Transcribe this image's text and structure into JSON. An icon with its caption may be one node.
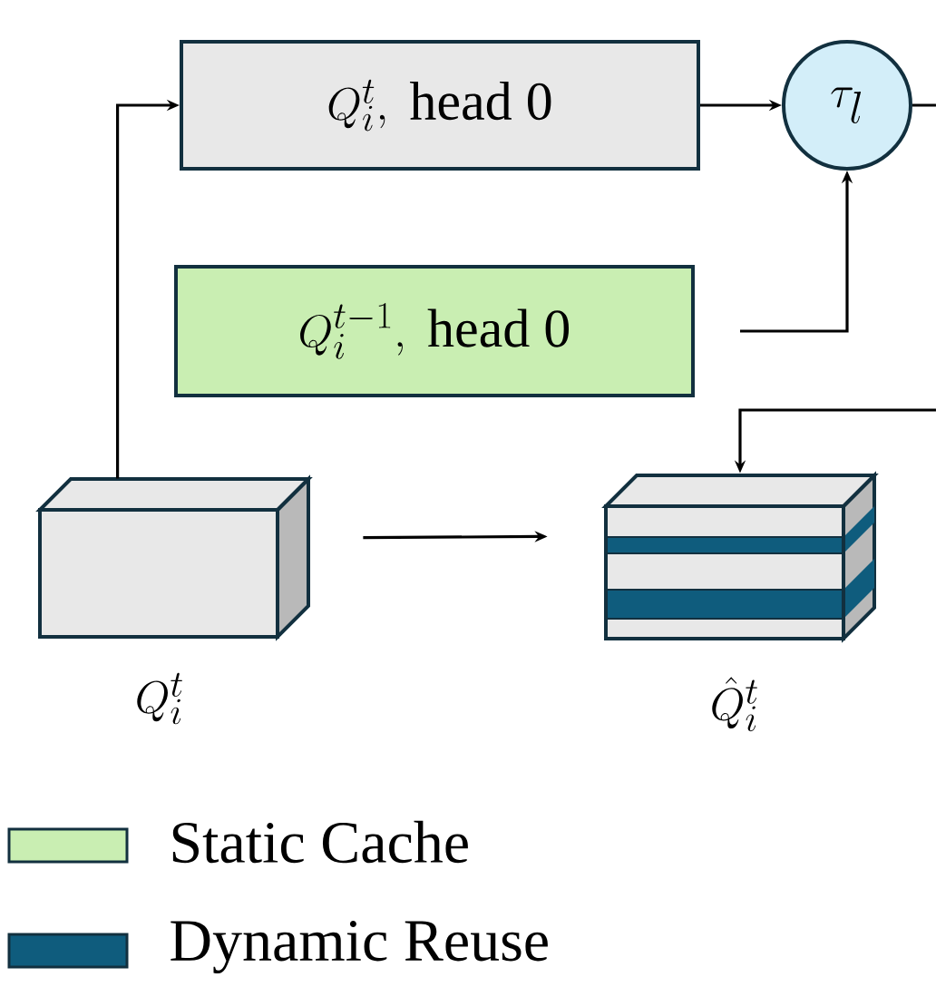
{
  "diagram": {
    "nodes": [
      {
        "text": [
          "Q_i^t,\\ \\mathrm{head\\ 0}"
        ]
      },
      {
        "text": [
          "\\tau_l"
        ]
      },
      {
        "text": [
          "Q_i^{t-1},\\ \\mathrm{head\\ 0}"
        ]
      },
      {
        "text": [
          "Q_i^t"
        ]
      },
      {
        "text": [
          "\\hat{Q}_i^t"
        ]
      }
    ],
    "edges": [
      {
        "from": 3,
        "to": 0,
        "arrow": "to"
      },
      {
        "from": 0,
        "to": 1,
        "arrow": "to"
      },
      {
        "from": 2,
        "to": 1,
        "arrow": "to"
      },
      {
        "from": 3,
        "to": 4,
        "arrow": "to"
      },
      {
        "from": null,
        "to": 4,
        "arrow": "to"
      },
      {
        "from": 1,
        "to": null,
        "arrow": "none"
      }
    ],
    "legend": [
      {
        "text": "Static Cache",
        "color": "#c9eeb2"
      },
      {
        "text": "Dynamic Reuse",
        "color": "#0f5c7d"
      }
    ]
  }
}
